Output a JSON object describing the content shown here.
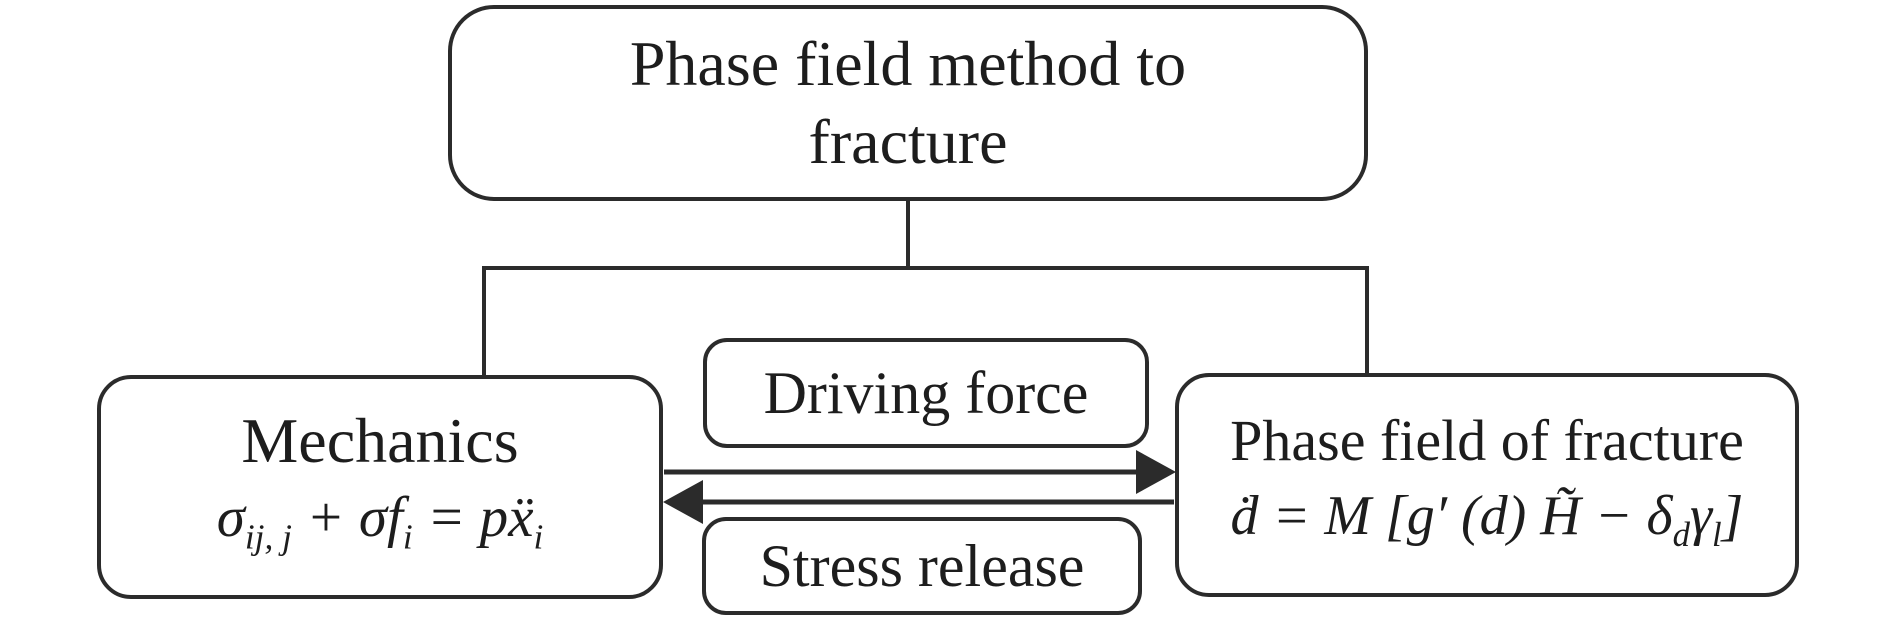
{
  "diagram": {
    "type": "flowchart",
    "root_box": {
      "line1": "Phase field method to",
      "line2": "fracture"
    },
    "mechanics_box": {
      "title": "Mechanics",
      "equation_parts": [
        "σ",
        "ij, j",
        " + σf",
        "i",
        " = pẍ",
        "i"
      ]
    },
    "driving_force_box": {
      "label": "Driving force"
    },
    "stress_release_box": {
      "label": "Stress release"
    },
    "phase_field_box": {
      "title": "Phase field of fracture",
      "equation_parts": [
        "ḋ = M [g′ (d) H̃ − δ",
        "d",
        "γ",
        "l",
        "]"
      ]
    },
    "arrows": {
      "forward": "mechanics-to-phase-field",
      "backward": "phase-field-to-mechanics"
    },
    "colors": {
      "stroke": "#2b2b2b",
      "text": "#1d1d1d",
      "background": "#ffffff"
    }
  }
}
